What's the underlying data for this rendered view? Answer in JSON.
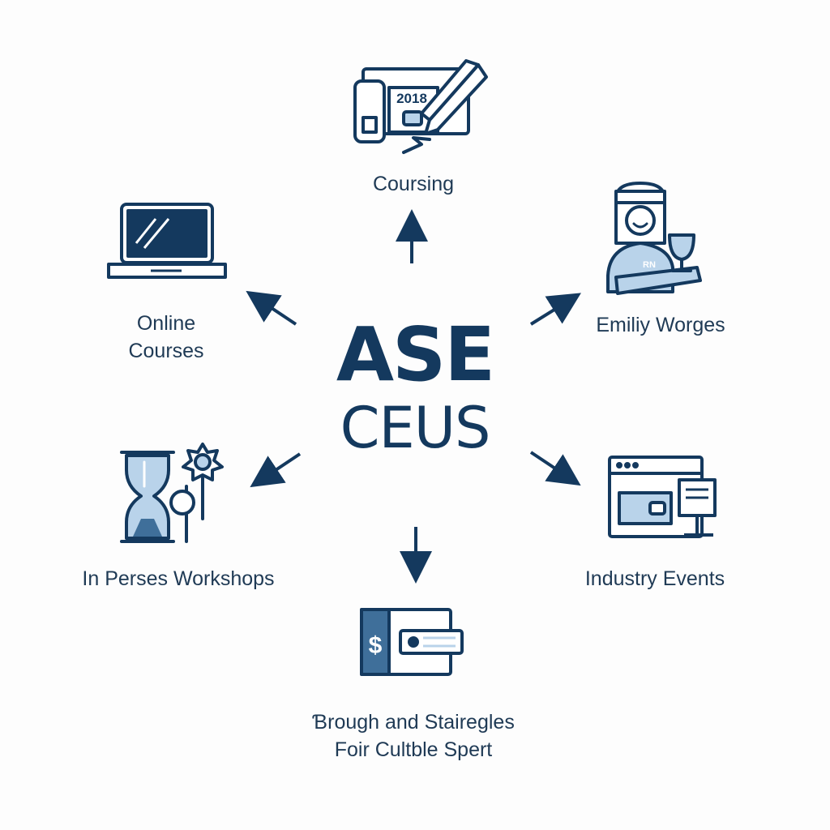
{
  "center": {
    "title": "ASE",
    "subtitle": "CEUS"
  },
  "nodes": {
    "top": {
      "label": "Coursing",
      "icon": "certificate-pencil-icon",
      "icon_text": "2018"
    },
    "upper_left": {
      "label_line1": "Online",
      "label_line2": "Courses",
      "icon": "laptop-icon"
    },
    "upper_right": {
      "label": "Emiliy Worges",
      "icon": "person-trophy-icon",
      "icon_text": "RN"
    },
    "lower_left": {
      "label": "In Perses Workshops",
      "icon": "hourglass-workshop-icon"
    },
    "lower_right": {
      "label": "Industry Events",
      "icon": "browser-monitor-icon"
    },
    "bottom": {
      "label_line1": "Ɓrough and Stairegles",
      "label_line2": "Foir Cultble Spert",
      "icon": "dollar-card-icon",
      "icon_text": "$"
    }
  },
  "colors": {
    "navy": "#14395e",
    "light_blue": "#b9d3ea",
    "mid_blue": "#3f6f9a",
    "text": "#1f3a55"
  }
}
